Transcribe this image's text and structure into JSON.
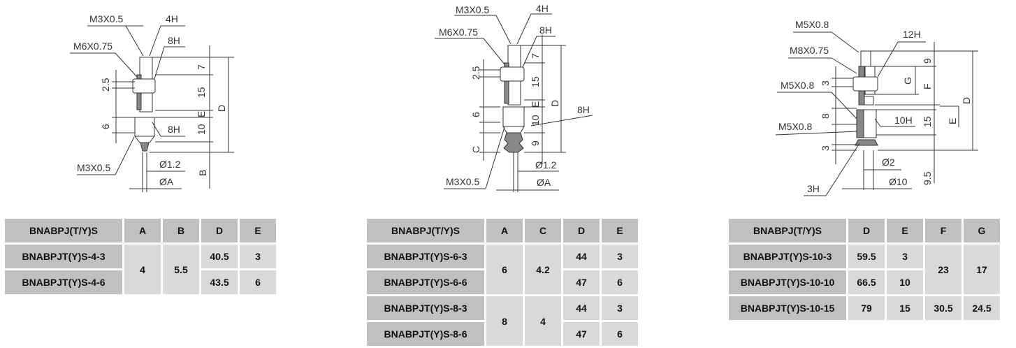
{
  "drawing1": {
    "labels": {
      "thread_top": "M3X0.5",
      "hex_top": "4H",
      "hex_nut": "8H",
      "thread_body": "M6X0.75",
      "dim_7": "7",
      "dim_15": "15",
      "dim_E": "E",
      "dim_10": "10",
      "dim_D": "D",
      "dim_25": "2.5",
      "dim_6": "6",
      "hex_mid": "8H",
      "thread_bottom": "M3X0.5",
      "dia_12": "Ø1.2",
      "dia_A": "ØA",
      "dim_B": "B"
    }
  },
  "drawing2": {
    "labels": {
      "thread_top": "M3X0.5",
      "hex_top": "4H",
      "hex_nut": "8H",
      "thread_body": "M6X0.75",
      "dim_25": "2.5",
      "dim_7": "7",
      "dim_15": "15",
      "dim_E": "E",
      "dim_D": "D",
      "dim_6": "6",
      "dim_10": "10",
      "hex_mid": "8H",
      "dim_C": "C",
      "dim_9": "9",
      "thread_bottom": "M3X0.5",
      "dia_12": "Ø1.2",
      "dia_A": "ØA"
    }
  },
  "drawing3": {
    "labels": {
      "thread_top": "M5X0.8",
      "hex_nut": "12H",
      "thread_body": "M8X0.75",
      "dim_9": "9",
      "dim_G": "G",
      "dim_F": "F",
      "dim_3a": "3",
      "thread_mid": "M5X0.8",
      "dim_D": "D",
      "dim_8": "8",
      "hex_mid": "10H",
      "dim_15": "15",
      "dim_E": "E",
      "thread_low": "M5X0.8",
      "dim_3b": "3",
      "dia_2": "Ø2",
      "dia_10": "Ø10",
      "dim_95": "9.5",
      "hex_bottom": "3H"
    }
  },
  "table1": {
    "headers": [
      "BNABPJ(T/Y)S",
      "A",
      "B",
      "D",
      "E"
    ],
    "rows": [
      {
        "model": "BNABPJT(Y)S-4-3",
        "A": "4",
        "B": "5.5",
        "D": "40.5",
        "E": "3"
      },
      {
        "model": "BNABPJT(Y)S-4-6",
        "D": "43.5",
        "E": "6"
      }
    ]
  },
  "table2": {
    "headers": [
      "BNABPJ(T/Y)S",
      "A",
      "C",
      "D",
      "E"
    ],
    "rows": [
      {
        "model": "BNABPJT(Y)S-6-3",
        "A": "6",
        "C": "4.2",
        "D": "44",
        "E": "3"
      },
      {
        "model": "BNABPJT(Y)S-6-6",
        "D": "47",
        "E": "6"
      },
      {
        "model": "BNABPJT(Y)S-8-3",
        "A": "8",
        "C": "4",
        "D": "44",
        "E": "3"
      },
      {
        "model": "BNABPJT(Y)S-8-6",
        "D": "47",
        "E": "6"
      }
    ]
  },
  "table3": {
    "headers": [
      "BNABPJ(T/Y)S",
      "D",
      "E",
      "F",
      "G"
    ],
    "rows": [
      {
        "model": "BNABPJT(Y)S-10-3",
        "D": "59.5",
        "E": "3",
        "F": "23",
        "G": "17"
      },
      {
        "model": "BNABPJT(Y)S-10-10",
        "D": "66.5",
        "E": "10"
      },
      {
        "model": "BNABPJT(Y)S-10-15",
        "D": "79",
        "E": "15",
        "F": "30.5",
        "G": "24.5"
      }
    ]
  }
}
